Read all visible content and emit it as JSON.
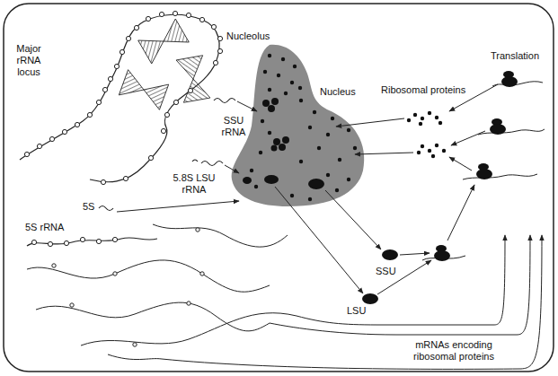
{
  "diagram": {
    "nodes": [
      {
        "text": [
          "Nucleus"
        ]
      },
      {
        "text": [
          "Nucleolus"
        ],
        "in": 0
      }
    ],
    "labels": [
      "Major rRNA locus",
      "SSU rRNA",
      "5.8S LSU rRNA",
      "5S",
      "5S rRNA",
      "Ribosomal proteins",
      "Translation",
      "SSU",
      "LSU",
      "mRNAs encoding ribosomal proteins"
    ]
  }
}
